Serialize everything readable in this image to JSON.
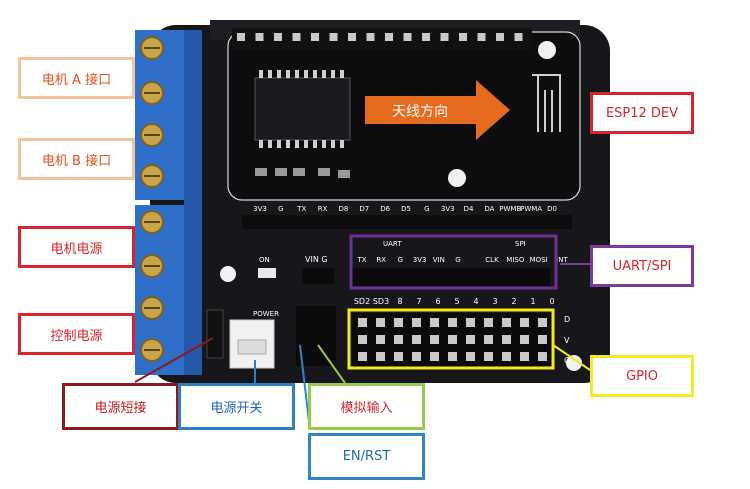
{
  "labels": {
    "motor_a": "电机 A 接口",
    "motor_b": "电机 B 接口",
    "motor_power": "电机电源",
    "control_power": "控制电源",
    "power_short": "电源短接",
    "power_switch": "电源开关",
    "analog_input": "模拟输入",
    "en_rst": "EN/RST",
    "esp12": "ESP12 DEV",
    "uart_spi": "UART/SPI",
    "gpio": "GPIO"
  },
  "board": {
    "antenna_text": "天线方向",
    "top_pins": [
      "3V3",
      "G",
      "TX",
      "RX",
      "D8",
      "D7",
      "D6",
      "D5",
      "G",
      "3V3",
      "D4",
      "DA",
      "PWMB",
      "PWMA",
      "D0"
    ],
    "on_text": "ON",
    "vin_g": "VIN  G",
    "uart_title": "UART",
    "spi_title": "SPI",
    "uart_pins": [
      "TX",
      "RX",
      "G",
      "3V3",
      "VIN",
      "G"
    ],
    "spi_pins": [
      "CLK",
      "MISO",
      "MOSI",
      "INT"
    ],
    "power_text": "POWER",
    "gpio_pins": [
      "SD2",
      "SD3",
      "8",
      "7",
      "6",
      "5",
      "4",
      "3",
      "2",
      "1",
      "0"
    ],
    "side_letters": [
      "D",
      "V",
      "G"
    ]
  },
  "colors": {
    "board": "#16161a",
    "terminal_blue": "#2f6fc9",
    "arrow_orange": "#e76b1f"
  }
}
